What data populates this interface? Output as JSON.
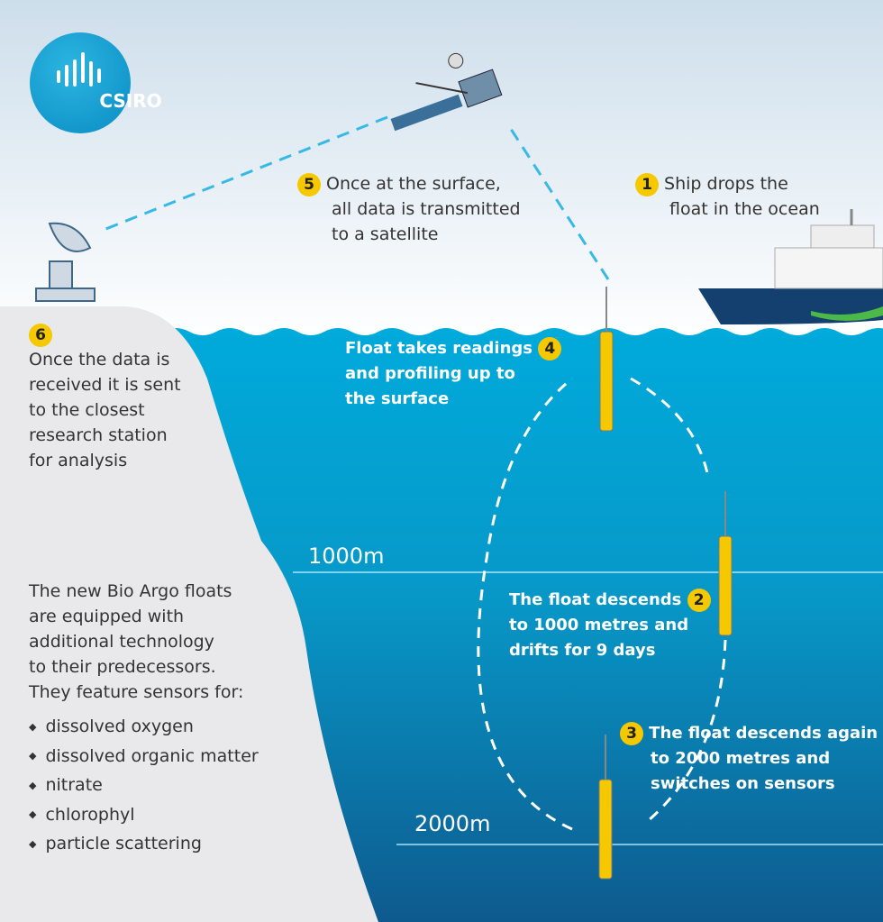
{
  "logo": {
    "text": "CSIRO"
  },
  "depths": {
    "d1000": "1000m",
    "d2000": "2000m"
  },
  "steps": [
    {
      "num": "1",
      "text": [
        "Ship drops the",
        "float in the ocean"
      ]
    },
    {
      "num": "2",
      "text": [
        "The float descends",
        "to 1000 metres and",
        "drifts for 9 days"
      ]
    },
    {
      "num": "3",
      "text": [
        "The float descends again",
        "to 2000 metres and",
        "switches on sensors"
      ]
    },
    {
      "num": "4",
      "text": [
        "Float takes readings",
        "and profiling up to",
        "the surface"
      ]
    },
    {
      "num": "5",
      "text": [
        "Once at the surface,",
        "all data is transmitted",
        "to a satellite"
      ]
    },
    {
      "num": "6",
      "text": [
        "Once the data is",
        "received it is sent",
        "to the closest",
        "research station",
        "for analysis"
      ]
    }
  ],
  "bio_argo": {
    "intro": [
      "The new Bio Argo floats",
      "are equipped with",
      "additional technology",
      "to their predecessors.",
      "They feature sensors for:"
    ],
    "sensors": [
      "dissolved oxygen",
      "dissolved organic matter",
      "nitrate",
      "chlorophyl",
      "particle scattering"
    ]
  },
  "colors": {
    "water_top": "#00a8d8",
    "water_bottom": "#0e5e92",
    "land": "#e8e8ea",
    "badge": "#f5c800",
    "sky": "#cfdfec"
  }
}
